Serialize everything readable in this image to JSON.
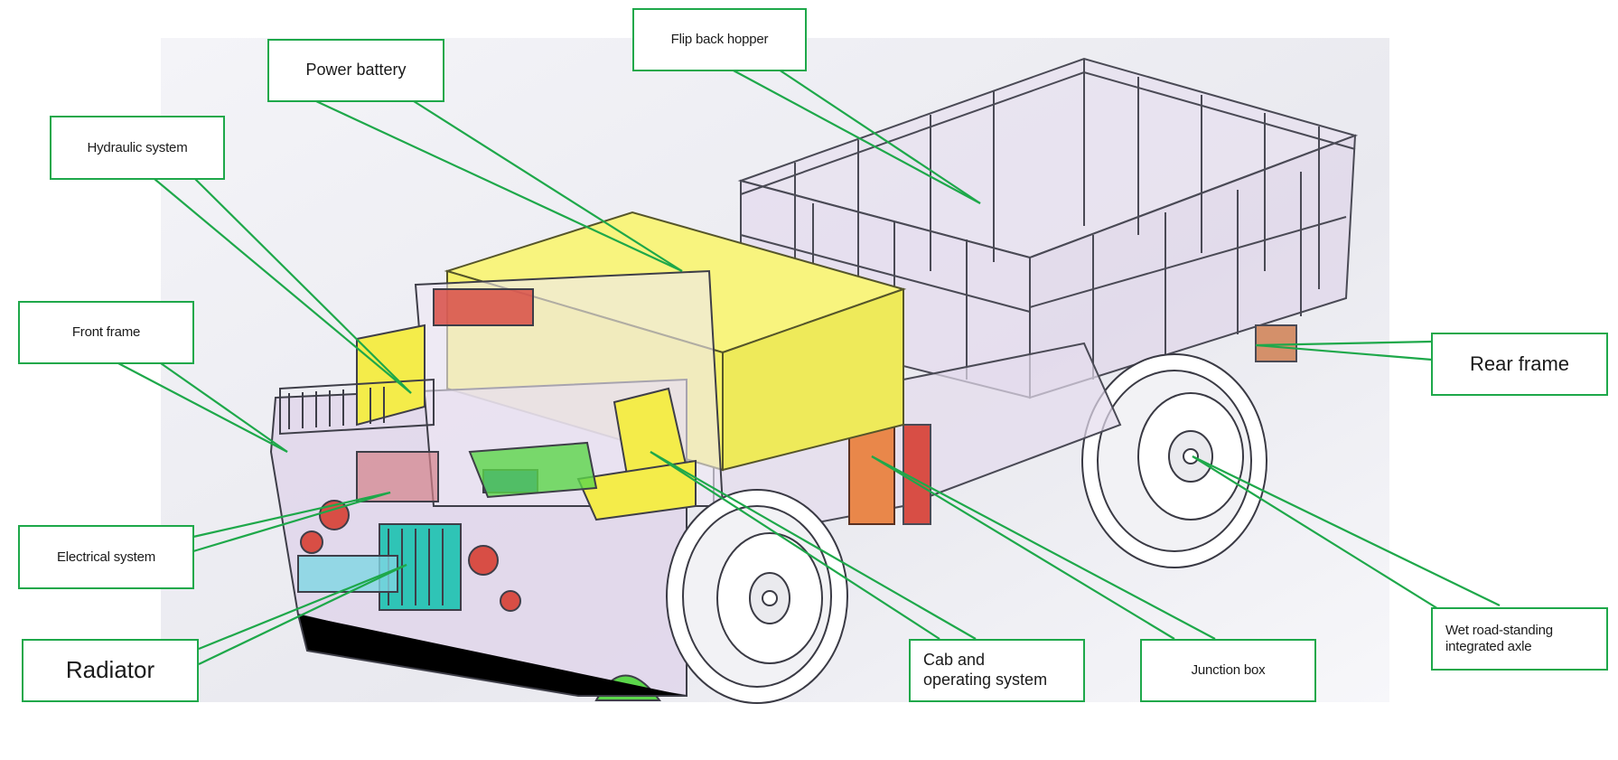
{
  "colors": {
    "leader": "#1ea84a",
    "battery": "#f4f06a",
    "frame": "#d8c9df",
    "radiator": "#2fc4b6",
    "orange": "#e9874a",
    "red": "#d84e45",
    "green": "#5bd64a",
    "blue": "#2c5fd4"
  },
  "labels": {
    "flip_back_hopper": "Flip back hopper",
    "power_battery": "Power battery",
    "hydraulic_system": "Hydraulic system",
    "front_frame": "Front frame",
    "rear_frame": "Rear frame",
    "electrical_system": "Electrical system",
    "radiator": "Radiator",
    "cab_operating_system": "Cab and\noperating system",
    "junction_box": "Junction box",
    "integrated_axle": "Wet road-standing\nintegrated axle"
  }
}
